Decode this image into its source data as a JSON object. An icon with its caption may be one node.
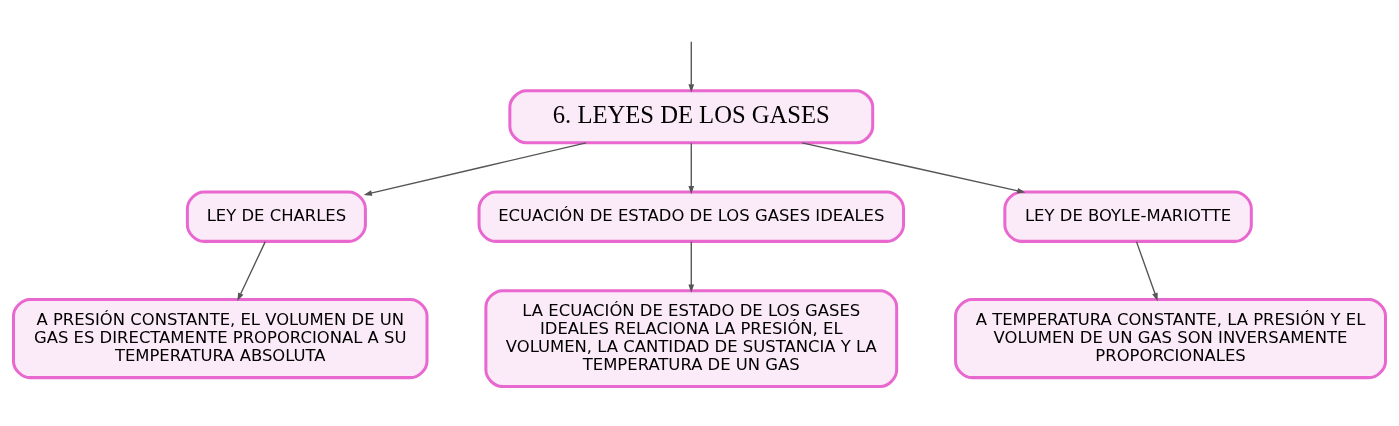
{
  "diagram": {
    "nodes": [
      {
        "text": [
          "6. LEYES DE LOS GASES"
        ]
      },
      {
        "text": [
          "LEY DE CHARLES"
        ]
      },
      {
        "text": [
          "ECUACIÓN DE ESTADO DE LOS GASES IDEALES"
        ]
      },
      {
        "text": [
          "LEY DE BOYLE-MARIOTTE"
        ]
      },
      {
        "text": [
          "A PRESIÓN CONSTANTE, EL VOLUMEN DE UN GAS ES DIRECTAMENTE PROPORCIONAL A SU TEMPERATURA ABSOLUTA"
        ]
      },
      {
        "text": [
          "LA ECUACIÓN DE ESTADO DE LOS GASES IDEALES RELACIONA LA PRESIÓN, EL VOLUMEN, LA CANTIDAD DE SUSTANCIA Y LA TEMPERATURA DE UN GAS"
        ]
      },
      {
        "text": [
          "A TEMPERATURA CONSTANTE, LA PRESIÓN Y EL VOLUMEN DE UN GAS SON INVERSAMENTE PROPORCIONALES"
        ]
      }
    ],
    "edges": [
      {
        "from": null,
        "to": 0,
        "arrow": "to"
      },
      {
        "from": 0,
        "to": 1,
        "arrow": "to"
      },
      {
        "from": 0,
        "to": 2,
        "arrow": "to"
      },
      {
        "from": 0,
        "to": 3,
        "arrow": "to"
      },
      {
        "from": 1,
        "to": 4,
        "arrow": "to"
      },
      {
        "from": 2,
        "to": 5,
        "arrow": "to"
      },
      {
        "from": 3,
        "to": 6,
        "arrow": "to"
      }
    ]
  }
}
